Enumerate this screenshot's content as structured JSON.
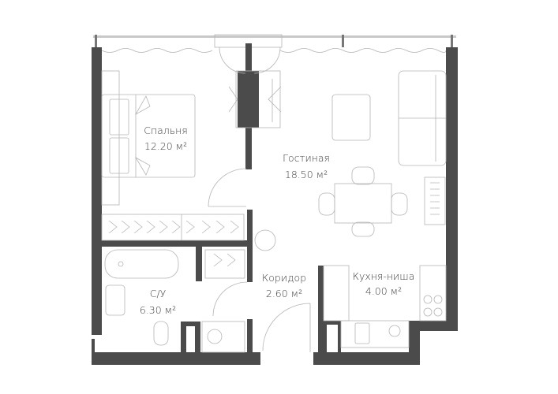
{
  "colors": {
    "wall": "#4b4b4b",
    "line": "#b5b5b5",
    "text": "#3c3c3c"
  },
  "rooms": [
    {
      "name": "Спальня",
      "area": "12.20 м²"
    },
    {
      "name": "Гостиная",
      "area": "18.50 м²"
    },
    {
      "name": "Коридор",
      "area": "2.60 м²"
    },
    {
      "name": "С/У",
      "area": "6.30 м²"
    },
    {
      "name": "Кухня-ниша",
      "area": "4.00 м²"
    }
  ]
}
